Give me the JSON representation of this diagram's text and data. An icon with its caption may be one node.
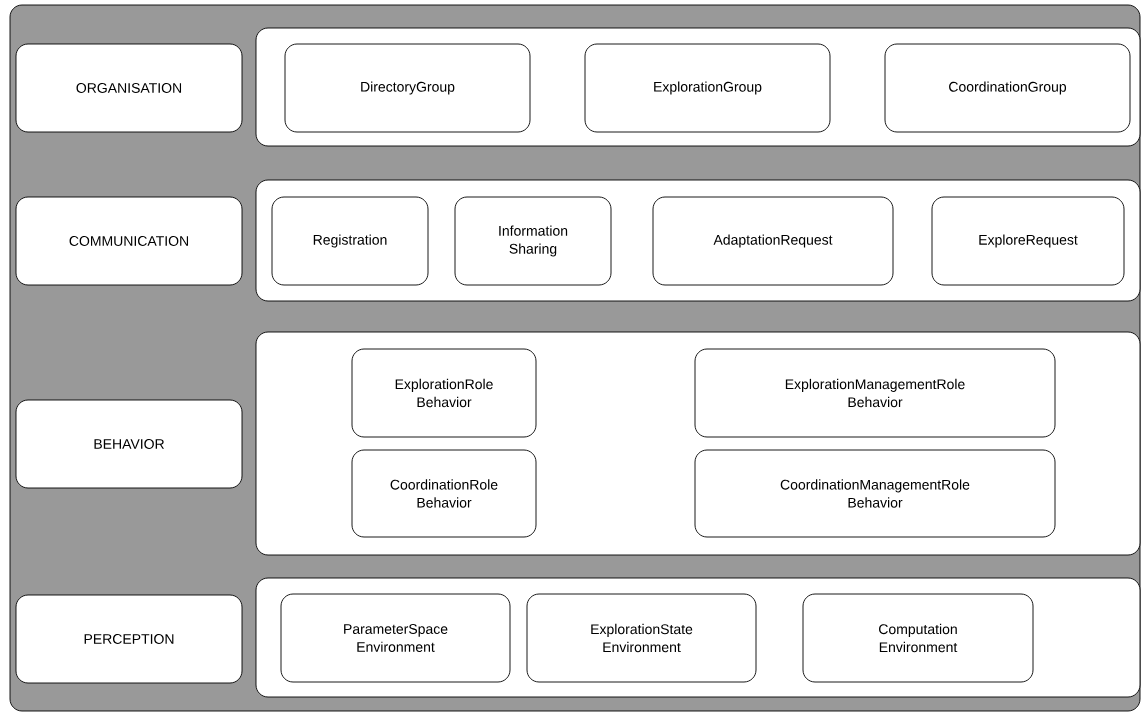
{
  "diagram": {
    "nodes": [
      {
        "text": [],
        "shape": "box"
      },
      {
        "text": [
          "ORGANISATION"
        ],
        "in": 0
      },
      {
        "text": [],
        "shape": "box",
        "in": 0
      },
      {
        "text": [
          "DirectoryGroup"
        ],
        "in": 2
      },
      {
        "text": [
          "ExplorationGroup"
        ],
        "in": 2
      },
      {
        "text": [
          "CoordinationGroup"
        ],
        "in": 2
      },
      {
        "text": [
          "COMMUNICATION"
        ],
        "in": 0
      },
      {
        "text": [],
        "shape": "box",
        "in": 0
      },
      {
        "text": [
          "Registration"
        ],
        "in": 7
      },
      {
        "text": [
          "Information Sharing"
        ],
        "in": 7
      },
      {
        "text": [
          "AdaptationRequest"
        ],
        "in": 7
      },
      {
        "text": [
          "ExploreRequest"
        ],
        "in": 7
      },
      {
        "text": [
          "BEHAVIOR"
        ],
        "in": 0
      },
      {
        "text": [],
        "shape": "box",
        "in": 0
      },
      {
        "text": [
          "ExplorationRole Behavior"
        ],
        "in": 13
      },
      {
        "text": [
          "ExplorationManagementRole Behavior"
        ],
        "in": 13
      },
      {
        "text": [
          "CoordinationRole Behavior"
        ],
        "in": 13
      },
      {
        "text": [
          "CoordinationManagementRole Behavior"
        ],
        "in": 13
      },
      {
        "text": [
          "PERCEPTION"
        ],
        "in": 0
      },
      {
        "text": [],
        "shape": "box",
        "in": 0
      },
      {
        "text": [
          "ParameterSpace Environment"
        ],
        "in": 19
      },
      {
        "text": [
          "ExplorationState Environment"
        ],
        "in": 19
      },
      {
        "text": [
          "Computation Environment"
        ],
        "in": 19
      }
    ]
  }
}
